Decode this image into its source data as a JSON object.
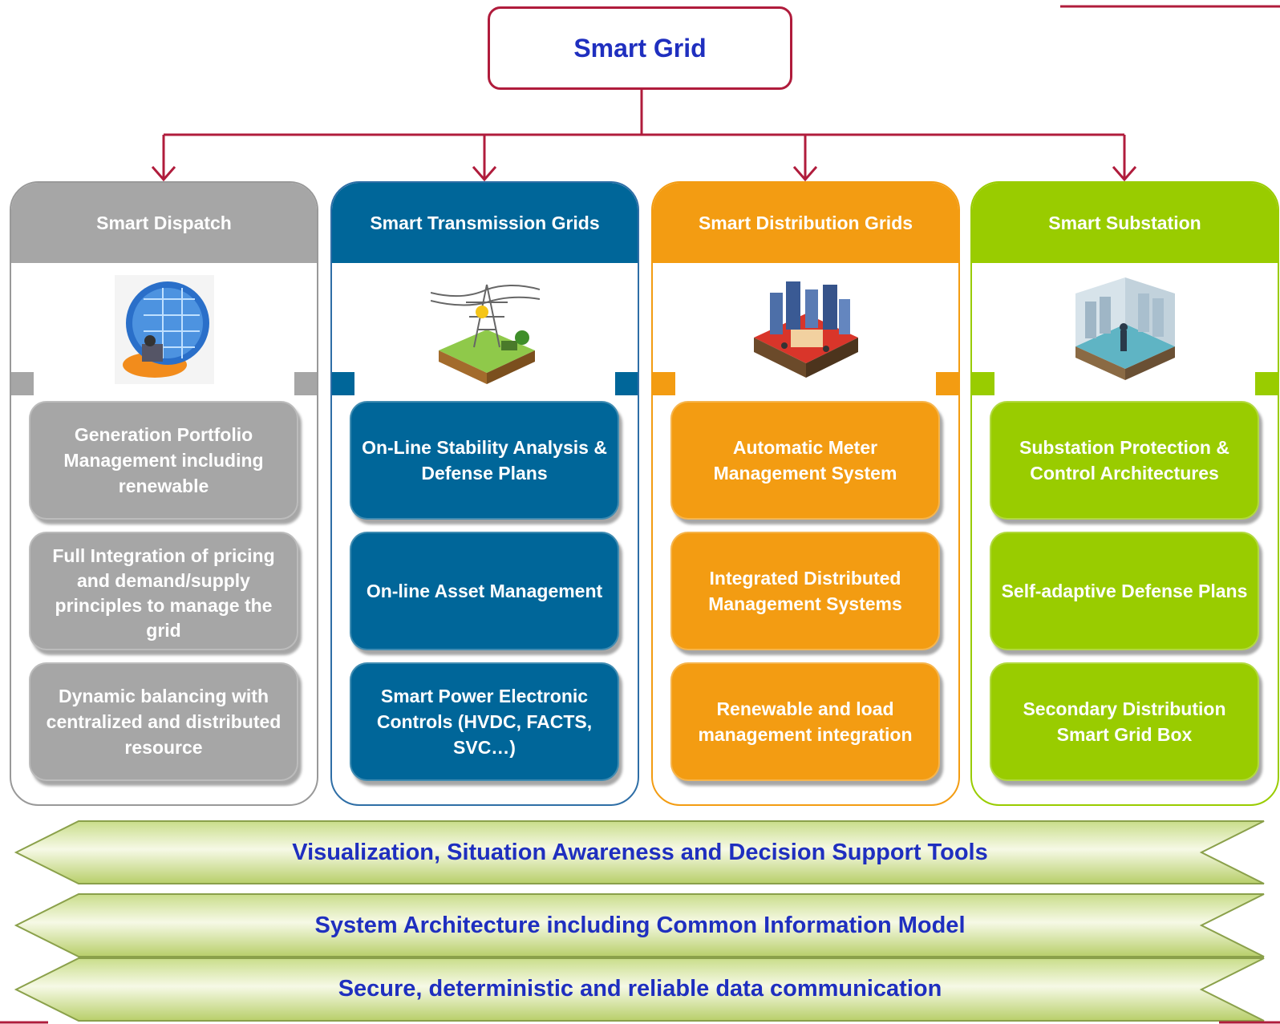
{
  "root": {
    "title": "Smart Grid"
  },
  "columns": [
    {
      "title": "Smart Dispatch",
      "color": "#a6a6a6",
      "image_icon": "control-room-globe-icon",
      "items": [
        "Generation Portfolio Management including renewable",
        "Full Integration of pricing and demand/supply principles to manage the grid",
        "Dynamic balancing with centralized and distributed resource"
      ]
    },
    {
      "title": "Smart Transmission Grids",
      "color": "#006699",
      "image_icon": "transmission-tower-icon",
      "items": [
        "On-Line Stability Analysis & Defense Plans",
        "On-line Asset Management",
        "Smart Power Electronic Controls  (HVDC, FACTS, SVC…)"
      ]
    },
    {
      "title": "Smart Distribution Grids",
      "color": "#f39c12",
      "image_icon": "city-distribution-icon",
      "items": [
        "Automatic Meter Management System",
        "Integrated Distributed Management Systems",
        "Renewable and  load management integration"
      ]
    },
    {
      "title": "Smart Substation",
      "color": "#99cc00",
      "image_icon": "substation-room-icon",
      "items": [
        "Substation Protection & Control Architectures",
        "Self-adaptive Defense Plans",
        "Secondary Distribution Smart Grid Box"
      ]
    }
  ],
  "bands": [
    "Visualization, Situation Awareness and Decision Support Tools",
    "System Architecture including Common Information Model",
    "Secure, deterministic and reliable data communication"
  ],
  "colors": {
    "connector": "#b01c3c",
    "band_text": "#1f2fbf"
  }
}
